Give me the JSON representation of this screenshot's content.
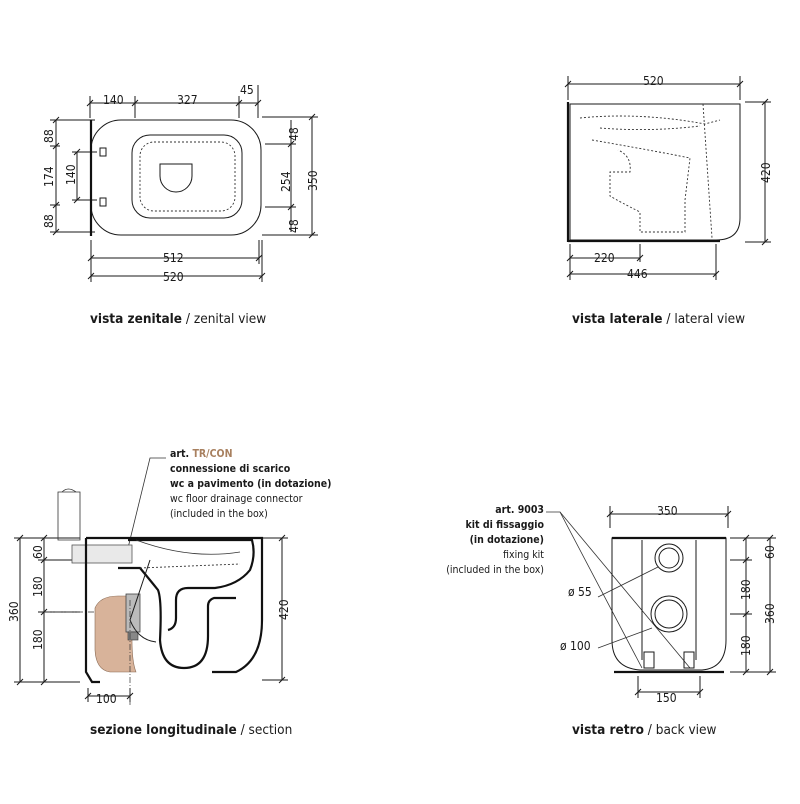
{
  "top_view": {
    "dims": {
      "d140a": "140",
      "d327": "327",
      "d45": "45",
      "d88a": "88",
      "d174": "174",
      "d140b": "140",
      "d88b": "88",
      "d48a": "48",
      "d254": "254",
      "d48b": "48",
      "d350": "350",
      "d512": "512",
      "d520": "520"
    },
    "caption_bold": "vista zenitale",
    "caption_normal": " / zenital view"
  },
  "side_view": {
    "dims": {
      "d520": "520",
      "d420": "420",
      "d220": "220",
      "d446": "446"
    },
    "caption_bold": "vista laterale",
    "caption_normal": " / lateral view"
  },
  "section_view": {
    "note": {
      "art_prefix": "art. ",
      "art_code": "TR/CON",
      "line1": "connessione di scarico",
      "line2": "wc a pavimento (in dotazione)",
      "line3": "wc floor drainage connector",
      "line4": "(included in the box)"
    },
    "dims": {
      "d60": "60",
      "d180a": "180",
      "d180b": "180",
      "d360": "360",
      "d420": "420",
      "d100": "100"
    },
    "caption_bold": "sezione longitudinale",
    "caption_normal": " / section",
    "colors": {
      "drain_pipe": "#d8b39a",
      "art_code": "#a8805f"
    }
  },
  "back_view": {
    "note": {
      "line1": "art. 9003",
      "line2": "kit di fissaggio",
      "line3": "(in dotazione)",
      "line4": "fixing kit",
      "line5": "(included in the box)"
    },
    "dims": {
      "d350": "350",
      "d60": "60",
      "d180a": "180",
      "d180b": "180",
      "d360": "360",
      "d150": "150",
      "dia55": "ø 55",
      "dia100": "ø 100"
    },
    "caption_bold": "vista retro",
    "caption_normal": " / back view"
  }
}
